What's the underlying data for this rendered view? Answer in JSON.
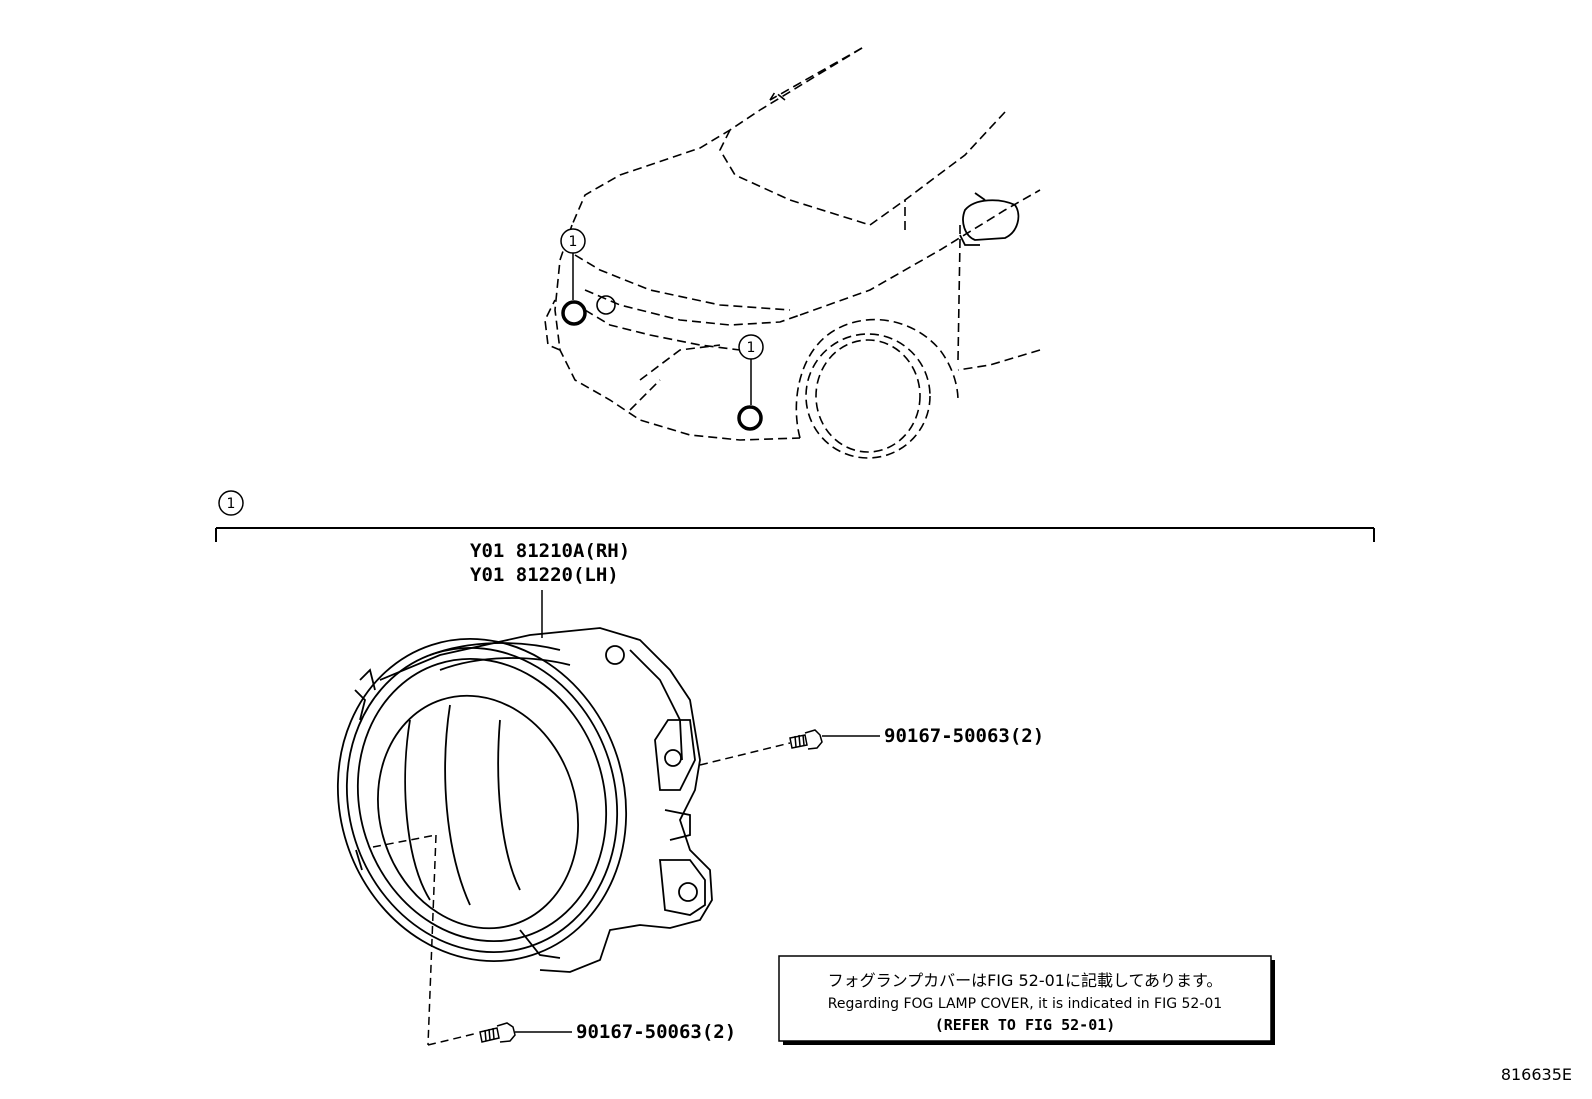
{
  "callouts": {
    "ref_number": "1"
  },
  "parts": {
    "fog_lamp_rh": "Y01 81210A(RH)",
    "fog_lamp_lh": "Y01 81220(LH)",
    "screw_upper": "90167-50063(2)",
    "screw_lower": "90167-50063(2)"
  },
  "note": {
    "line_jp": "フォグランプカバーはFIG 52-01に記載してあります。",
    "line_en": "Regarding FOG LAMP COVER, it is indicated in FIG 52-01",
    "line_ref": "(REFER TO FIG 52-01)"
  },
  "figure_id": "816635E"
}
